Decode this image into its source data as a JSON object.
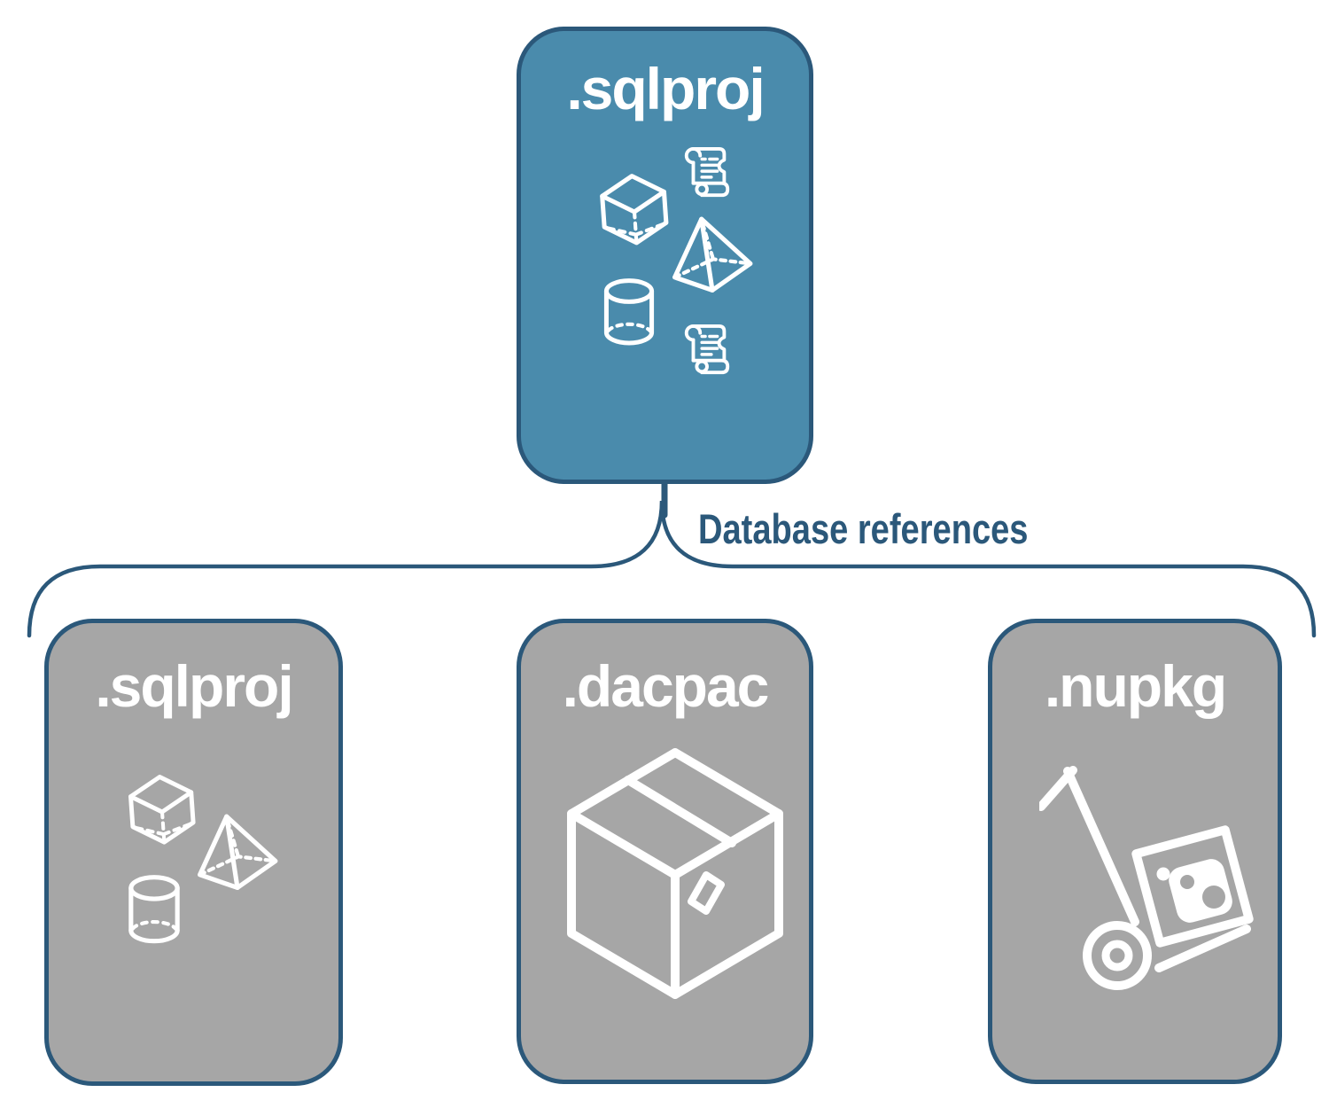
{
  "diagram": {
    "title_note": "SQL project database references diagram",
    "connector": {
      "label": "Database references"
    },
    "cards": {
      "main": {
        "label": ".sqlproj",
        "variant": "accent",
        "icons": [
          "cube",
          "script-scroll",
          "pyramid",
          "cylinder",
          "script-scroll"
        ]
      },
      "ref_sqlproj": {
        "label": ".sqlproj",
        "variant": "muted",
        "icons": [
          "cube",
          "pyramid",
          "cylinder"
        ]
      },
      "ref_dacpac": {
        "label": ".dacpac",
        "variant": "muted",
        "icons": [
          "package-box"
        ]
      },
      "ref_nupkg": {
        "label": ".nupkg",
        "variant": "muted",
        "icons": [
          "nuget-hand-truck"
        ]
      }
    },
    "colors": {
      "accent_fill": "#4A8BAC",
      "muted_fill": "#A6A6A6",
      "outline": "#2B587A",
      "icon_stroke": "#FFFFFF",
      "card_label_text": "#FFFFFF",
      "connector_label_text": "#2B587A",
      "background": "#FFFFFF"
    }
  }
}
